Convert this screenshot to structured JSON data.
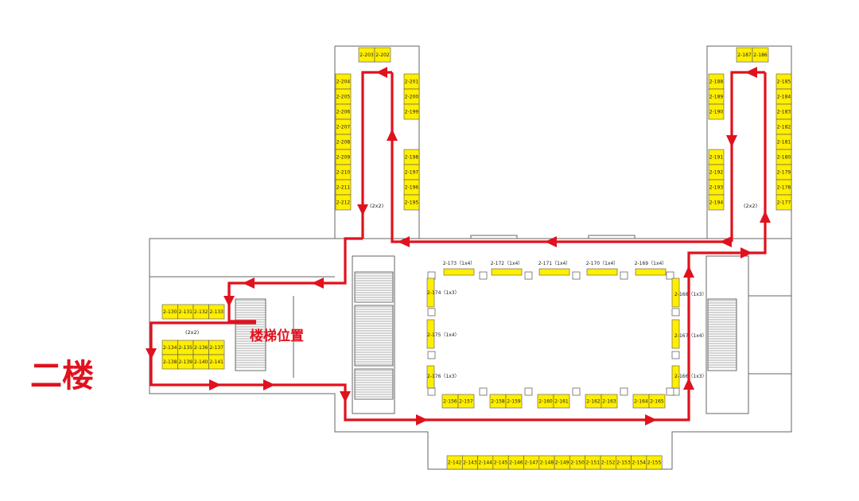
{
  "floor_label": "二楼",
  "stairs_label": "楼梯位置",
  "grid_notes": {
    "left_upper": "(2x2)",
    "left_lower": "(2x2)",
    "right_upper": "(2x2)"
  },
  "booths": {
    "top_left_pair": [
      "2-203",
      "2-202"
    ],
    "left_wing_col_a": [
      "2-204",
      "2-205",
      "2-206",
      "2-207",
      "2-208",
      "2-209",
      "2-210",
      "2-211",
      "2-212"
    ],
    "left_wing_col_b_top": [
      "2-201",
      "2-200",
      "2-199"
    ],
    "left_wing_col_b_bottom": [
      "2-198",
      "2-197",
      "2-196",
      "2-195"
    ],
    "top_right_pair": [
      "2-187",
      "2-186"
    ],
    "right_wing_col_a_top": [
      "2-188",
      "2-189",
      "2-190"
    ],
    "right_wing_col_a_bottom": [
      "2-191",
      "2-192",
      "2-193",
      "2-194"
    ],
    "right_wing_col_b": [
      "2-185",
      "2-184",
      "2-183",
      "2-182",
      "2-181",
      "2-180",
      "2-179",
      "2-178",
      "2-177"
    ],
    "west_row": [
      "2-130",
      "2-131",
      "2-132",
      "2-133"
    ],
    "west_grid_row1": [
      "2-134",
      "2-135",
      "2-136",
      "2-137"
    ],
    "west_grid_row2": [
      "2-138",
      "2-139",
      "2-140",
      "2-141"
    ],
    "island_top": [
      "2-173（1x4）",
      "2-172（1x4）",
      "2-171（1x4）",
      "2-170（1x4）",
      "2-169（1x4）"
    ],
    "island_left": [
      "2-174（1x3）",
      "2-175（1x4）",
      "2-176（1x3）"
    ],
    "island_right": [
      "2-168（1x3）",
      "2-167（1x4）",
      "2-166（1x3）"
    ],
    "island_bottom": [
      "2-156",
      "2-157",
      "2-158",
      "2-159",
      "2-160",
      "2-161",
      "2-162",
      "2-163",
      "2-164",
      "2-165"
    ],
    "south_row": [
      "2-142",
      "2-143",
      "2-144",
      "2-145",
      "2-146",
      "2-147",
      "2-148",
      "2-149",
      "2-150",
      "2-151",
      "2-152",
      "2-153",
      "2-154",
      "2-155"
    ]
  },
  "colors": {
    "booth": "#ffee00",
    "route": "#e0121e"
  }
}
